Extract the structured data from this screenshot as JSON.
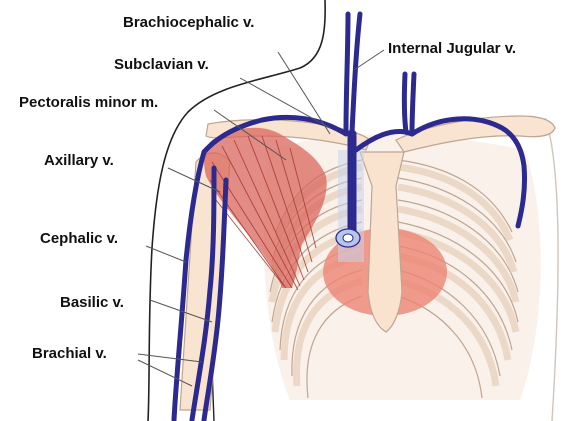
{
  "labels": {
    "brachiocephalic": "Brachiocephalic v.",
    "subclavian": "Subclavian v.",
    "internal_jugular": "Internal Jugular v.",
    "pectoralis_minor": "Pectoralis minor m.",
    "axillary": "Axillary v.",
    "cephalic": "Cephalic v.",
    "basilic": "Basilic v.",
    "brachial": "Brachial v."
  },
  "colors": {
    "vein": "#2c2a8e",
    "muscle": "#d9655c",
    "muscle_light": "#eca59c",
    "bone": "#f8e4d0",
    "bone_outline": "#bfa591",
    "heart": "#ee8474",
    "leader": "#555555",
    "skin_outline": "#222222"
  }
}
